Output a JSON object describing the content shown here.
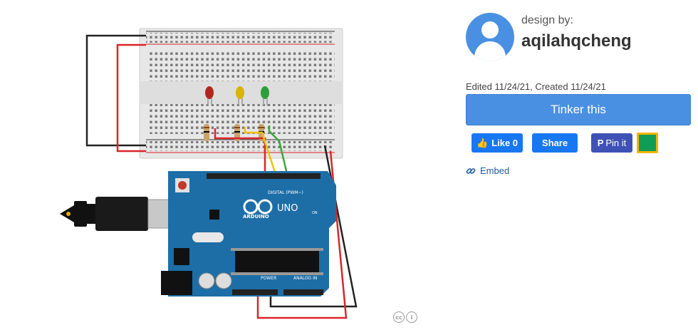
{
  "author": {
    "label": "design by:",
    "name": "aqilahqcheng"
  },
  "meta": {
    "dates": "Edited 11/24/21, Created 11/24/21"
  },
  "actions": {
    "tinker_label": "Tinker this",
    "like_label": "Like 0",
    "share_label": "Share",
    "pin_label": "Pin it",
    "embed_label": "Embed"
  },
  "board": {
    "digital_label": "DIGITAL (PWM~)",
    "brand_label": "ARDUINO",
    "model_label": "UNO",
    "power_label": "POWER",
    "analog_label": "ANALOG IN",
    "on_label": "ON"
  },
  "colors": {
    "primary": "#4a90e2",
    "facebook": "#1877f2",
    "pinterest": "#3f51b5",
    "board": "#1d6ea7",
    "wire_red": "#d9262a",
    "wire_black": "#222222",
    "wire_yellow": "#f0c20a",
    "wire_green": "#3aa637",
    "led_red": "#b3261e",
    "led_yellow": "#d8b500",
    "led_green": "#2e9e3a"
  },
  "icons": {
    "avatar": "user-avatar-icon",
    "like": "thumbs-up-icon",
    "pin": "pinterest-icon",
    "classroom": "google-classroom-icon",
    "embed": "link-icon",
    "license": "creative-commons-icon"
  }
}
